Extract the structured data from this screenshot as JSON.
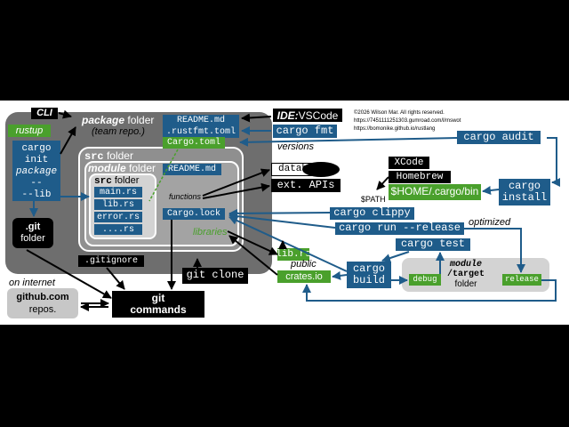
{
  "colors": {
    "blue": "#1f5c8a",
    "green": "#4aa02c",
    "gray_dark": "#6e6e6e",
    "gray_mid": "#8f8f8f",
    "gray_light": "#d3d3d3"
  },
  "cli": "CLI",
  "rustup": "rustup",
  "cargo_init": {
    "line1": "cargo",
    "line2": "init",
    "line3": "package",
    "line4": "--",
    "line5": "--lib"
  },
  "package": {
    "word": "package",
    "suffix": " folder",
    "sub": "(team repo.)"
  },
  "src_outer": {
    "word": "src",
    "suffix": " folder"
  },
  "module": {
    "word": "module",
    "suffix": " folder"
  },
  "src_inner": {
    "word": "src",
    "suffix": " folder"
  },
  "files": [
    "main.rs",
    "lib.rs",
    "error.rs",
    "....rs"
  ],
  "readme_top": "README.md",
  "rustfmt": ".rustfmt.toml",
  "cargo_toml": "Cargo.toml",
  "readme_module": "README.md",
  "cargo_lock": "Cargo.lock",
  "libraries": "libraries",
  "functions": "functions",
  "git_folder": {
    "line1": ".git",
    "line2": "folder"
  },
  "gitignore": ".gitignore",
  "git_commands": {
    "line1": "git",
    "line2": "commands"
  },
  "git_clone": "git clone",
  "on_internet": "on internet",
  "github": {
    "line1": "github.com",
    "line2": "repos."
  },
  "ide": {
    "word": "IDE:",
    "name": " VSCode"
  },
  "cargo_fmt": "cargo fmt",
  "versions": "versions",
  "databases": "databases",
  "ext_apis": "ext. APIs",
  "copyright": "©2026 Wilson Mar. All rights reserved.",
  "url1": "https://7451111251303.gumroad.com/l/mswot",
  "url2": "https://bomonike.github.io/rustlang",
  "cargo_audit": "cargo audit",
  "xcode": "XCode",
  "homebrew": "Homebrew",
  "path_label": "$PATH",
  "cargo_bin": "$HOME/.cargo/bin",
  "cargo_install": {
    "line1": "cargo",
    "line2": "install"
  },
  "cargo_clippy": "cargo clippy",
  "cargo_run_release": "cargo run --release",
  "optimized": "optimized",
  "cargo_test": "cargo test",
  "lib_rs_pub": "lib.rs",
  "public": "public",
  "crates_io": "crates.io",
  "cargo_build": {
    "line1": "cargo",
    "line2": "build"
  },
  "target": {
    "line1": "module",
    "line2": "/target",
    "line3": "folder"
  },
  "debug": "debug",
  "release": "release"
}
